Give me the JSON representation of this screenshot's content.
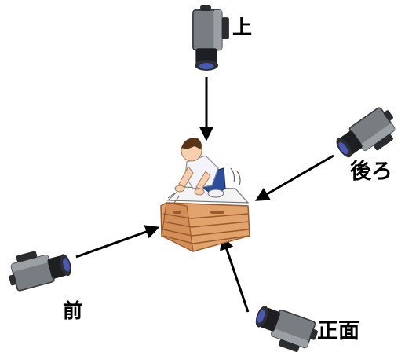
{
  "labels": {
    "top": "上",
    "back": "後ろ",
    "front": "前",
    "face": "正面"
  },
  "colors": {
    "camera_body": "#6f7378",
    "camera_dark": "#1e1f22",
    "lens_glass": "#4a5ab4",
    "vault_wood": "#e1a26c",
    "vault_line": "#9b5a2c",
    "vault_top": "#f4f4f4",
    "shirt": "#f2f4fa",
    "pants": "#2b4f9a",
    "hair": "#5a3417",
    "skin": "#f5cfae",
    "arrow": "#000000"
  }
}
